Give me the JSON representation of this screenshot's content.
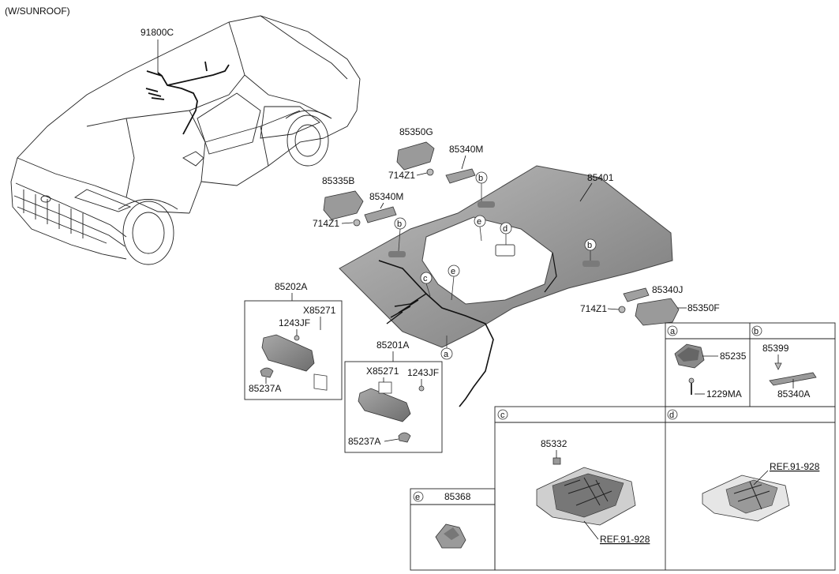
{
  "header": {
    "variant": "(W/SUNROOF)"
  },
  "parts": {
    "wiring_harness": "91800C",
    "bracket_rear": "85350G",
    "handle_rear": "85340M",
    "screw_rear": "714Z1",
    "bracket_front_left": "85335B",
    "handle_front_left": "85340M",
    "screw_front_left": "714Z1",
    "headlining": "85401",
    "handle_right": "85340J",
    "screw_right": "714Z1",
    "bracket_right": "85350F",
    "visor_left": "85202A",
    "visor_left_label": "X85271",
    "visor_left_screw": "1243JF",
    "visor_left_retainer": "85237A",
    "visor_right": "85201A",
    "visor_right_label": "X85271",
    "visor_right_screw": "1243JF",
    "visor_right_retainer": "85237A"
  },
  "callouts": {
    "a": "a",
    "b": "b",
    "c": "c",
    "d": "d",
    "e": "e"
  },
  "detail_a": {
    "letter": "a",
    "lamp": "85235",
    "screw": "1229MA"
  },
  "detail_b": {
    "letter": "b",
    "clip": "85399",
    "bracket": "85340A"
  },
  "detail_c": {
    "letter": "c",
    "part": "85332",
    "ref": "REF.91-928"
  },
  "detail_d": {
    "letter": "d",
    "ref": "REF.91-928"
  },
  "detail_e": {
    "letter": "e",
    "part": "85368"
  },
  "colors": {
    "line": "#111111",
    "panel_gray": "#9a9a9a",
    "panel_dark": "#6e6e6e"
  }
}
